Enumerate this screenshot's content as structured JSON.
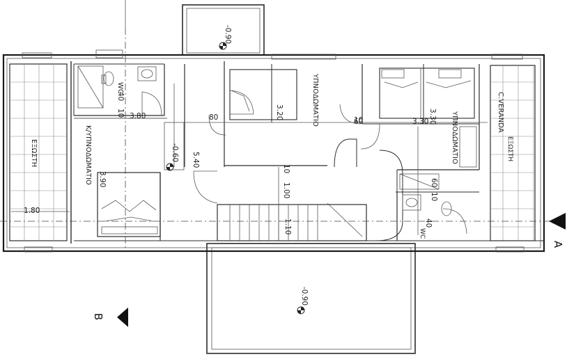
{
  "rooms": {
    "bedroom_top_center": "ΥΠΝΟΔΩΜΑΤΙΟ",
    "bedroom_right": "ΥΠΝΟΔΩΜΑΤΙΟ",
    "master_bedroom": "Κ/ΥΠΝΟΔΩΜΑΤΙΟ",
    "veranda_left": "ΕΞΩΣΤΗ",
    "veranda_right_label": "C.VERANDA",
    "veranda_right": "ΕΞΩΣΤΗ",
    "wc_top": "WC",
    "wc_right": "WC"
  },
  "levels": {
    "balcony_top": "-0.90",
    "master": "-0.60",
    "balcony_bottom": "-0.90"
  },
  "dimensions": {
    "d_3_80": "3.80",
    "d_80": "80",
    "d_3_20": "3.20",
    "d_60_a": "60",
    "d_3_30": "3.30",
    "d_3_30_b": "3.30",
    "d_5_40": "5.40",
    "d_3_90": "3.90",
    "d_1_80": "1.80",
    "d_1_00": "1.00",
    "d_10": "10",
    "d_1_10": "1.10",
    "d_60_b": "60",
    "d_10_b": "10",
    "d_40": "40",
    "d_10_c": "10",
    "d_40_b": "40",
    "d_10_d": "10"
  },
  "sections": {
    "a": "A",
    "b": "B"
  }
}
